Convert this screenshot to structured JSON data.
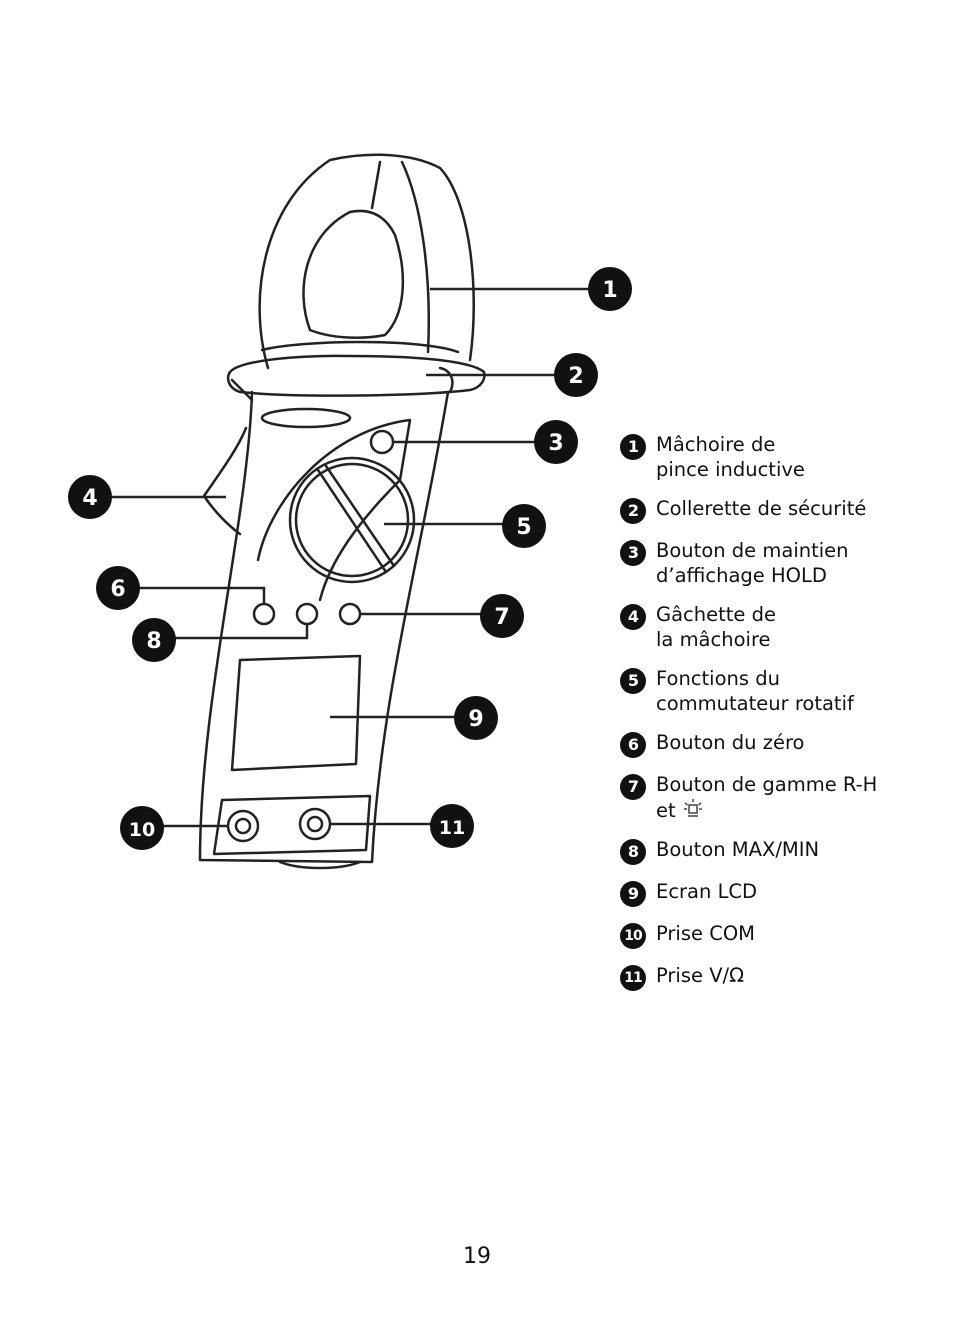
{
  "illustration": {
    "callouts": [
      "1",
      "2",
      "3",
      "4",
      "5",
      "6",
      "7",
      "8",
      "9",
      "10",
      "11"
    ],
    "safety_badge_icon": "warning-label-icon"
  },
  "legend": {
    "items": [
      {
        "number": "1",
        "lines": [
          "Mâchoire de",
          "pince inductive"
        ]
      },
      {
        "number": "2",
        "lines": [
          "Collerette de sécurité"
        ]
      },
      {
        "number": "3",
        "lines": [
          "Bouton de maintien",
          "d’affichage HOLD"
        ]
      },
      {
        "number": "4",
        "lines": [
          "Gâchette de",
          "la mâchoire"
        ]
      },
      {
        "number": "5",
        "lines": [
          "Fonctions du",
          "commutateur rotatif"
        ]
      },
      {
        "number": "6",
        "lines": [
          "Bouton du zéro"
        ]
      },
      {
        "number": "7",
        "lines": [
          "Bouton de gamme R-H",
          "et"
        ],
        "icon": "backlight-icon"
      },
      {
        "number": "8",
        "lines": [
          "Bouton MAX/MIN"
        ]
      },
      {
        "number": "9",
        "lines": [
          "Ecran LCD"
        ]
      },
      {
        "number": "10",
        "lines": [
          "Prise COM"
        ]
      },
      {
        "number": "11",
        "lines": [
          "Prise V/Ω"
        ]
      }
    ]
  },
  "page_number": "19"
}
